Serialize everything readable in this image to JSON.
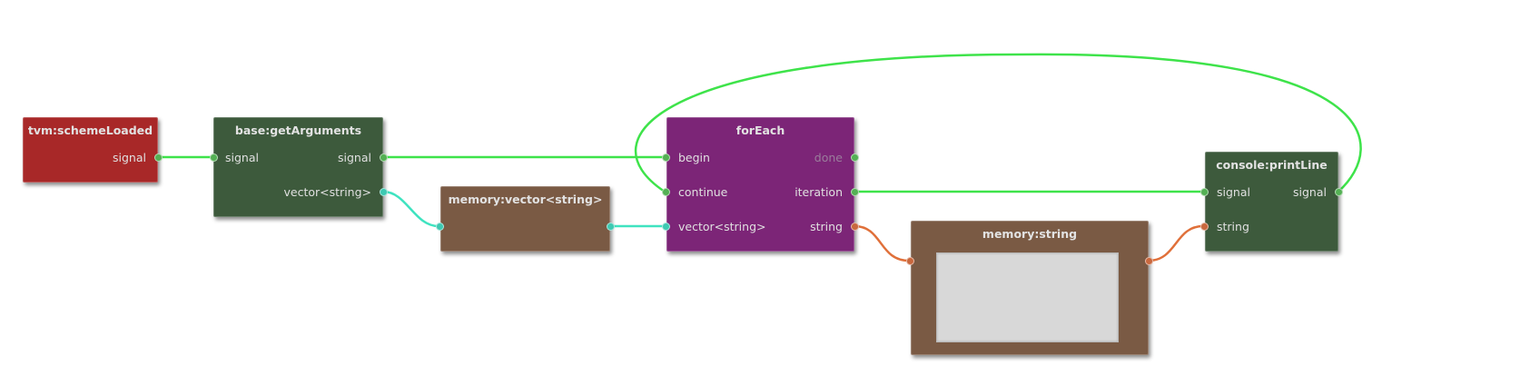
{
  "colors": {
    "event_node": "#a82828",
    "function_node": "#3d5a3c",
    "memory_node": "#7a5a44",
    "loop_node": "#7c2577",
    "wire_signal": "#3ee34a",
    "wire_vector": "#3fe3c0",
    "wire_string": "#e0703a"
  },
  "nodes": {
    "scheme_loaded": {
      "title": "tvm:schemeLoaded",
      "out_signal": "signal"
    },
    "get_arguments": {
      "title": "base:getArguments",
      "in_signal": "signal",
      "out_signal": "signal",
      "out_vector": "vector<string>"
    },
    "memory_vector": {
      "title": "memory:vector<string>"
    },
    "for_each": {
      "title": "forEach",
      "in_begin": "begin",
      "in_continue": "continue",
      "in_vector": "vector<string>",
      "out_done": "done",
      "out_iteration": "iteration",
      "out_string": "string"
    },
    "memory_string": {
      "title": "memory:string",
      "value": ""
    },
    "print_line": {
      "title": "console:printLine",
      "in_signal": "signal",
      "in_string": "string",
      "out_signal": "signal"
    }
  }
}
